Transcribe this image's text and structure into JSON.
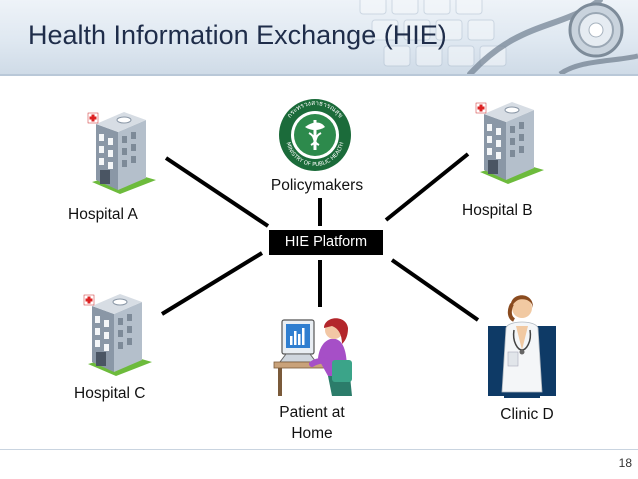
{
  "slide": {
    "title": "Health Information Exchange (HIE)",
    "page_number": "18"
  },
  "diagram": {
    "hub": {
      "label": "HIE Platform"
    },
    "nodes": {
      "policymakers": {
        "label": "Policymakers",
        "icon": "ministry-of-public-health-seal-icon"
      },
      "hospital_a": {
        "label": "Hospital A",
        "icon": "hospital-building-icon"
      },
      "hospital_b": {
        "label": "Hospital B",
        "icon": "hospital-building-icon"
      },
      "hospital_c": {
        "label": "Hospital C",
        "icon": "hospital-building-icon"
      },
      "patient": {
        "label_line1": "Patient at",
        "label_line2": "Home",
        "icon": "woman-at-computer-icon"
      },
      "clinic_d": {
        "label": "Clinic D",
        "icon": "doctor-icon"
      }
    },
    "seal_lettering": "กระทรวงสาธารณสุข MINISTRY OF PUBLIC HEALTH"
  },
  "colors": {
    "title": "#1f2d4a",
    "hub_bg": "#000000",
    "seal_green": "#1b6b3a",
    "building": "#8a97a6",
    "grass": "#6dbb3c"
  }
}
